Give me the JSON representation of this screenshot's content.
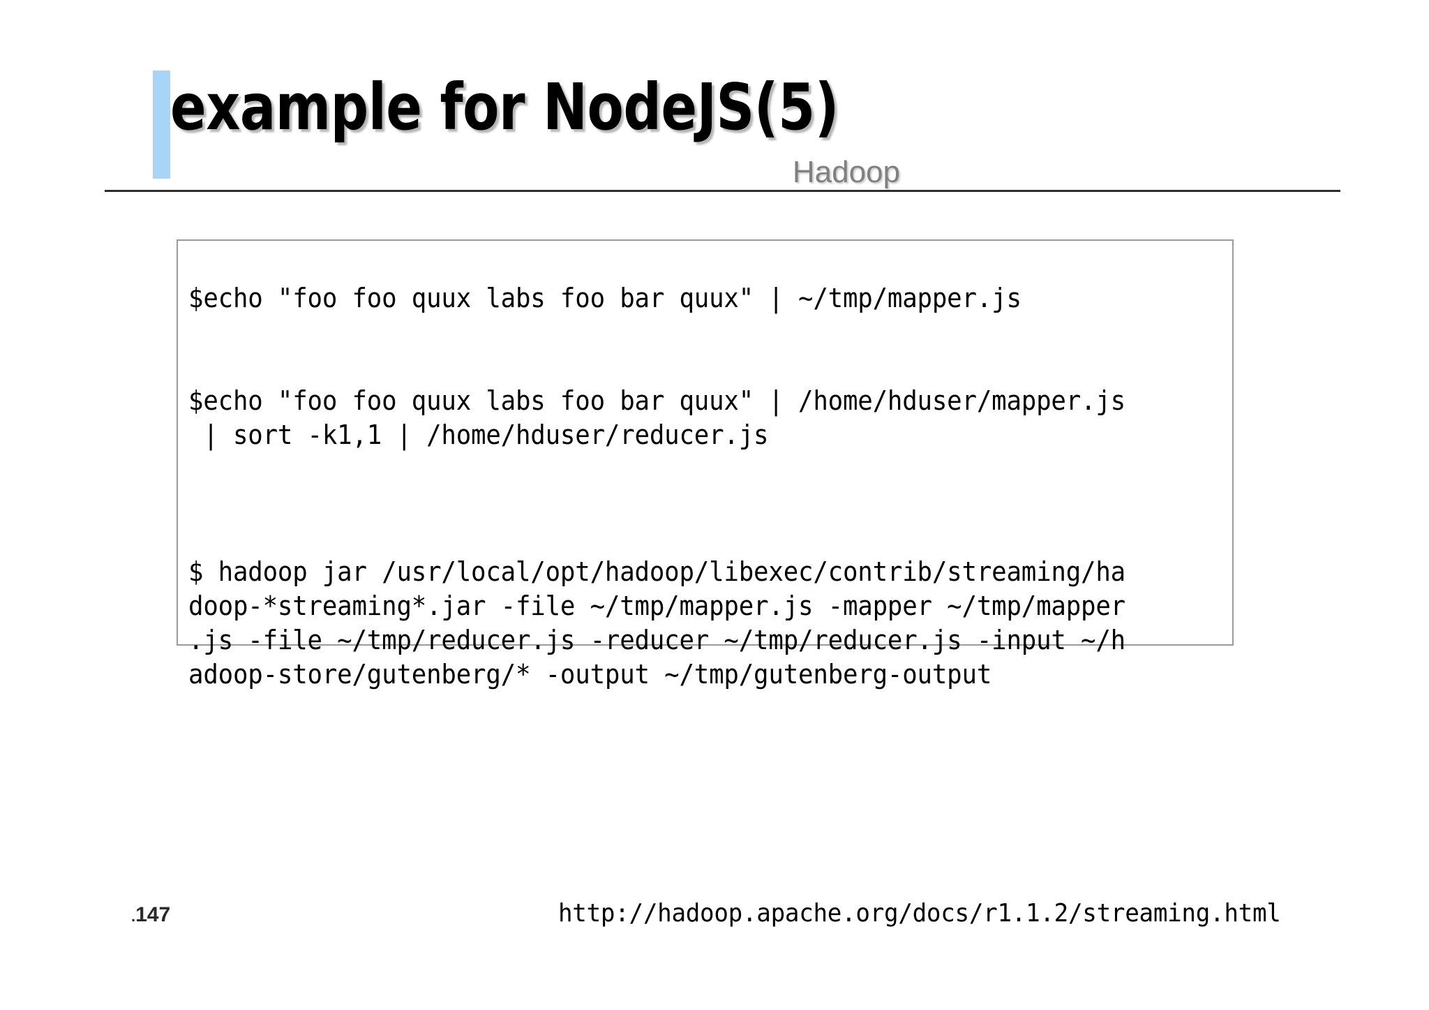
{
  "slide": {
    "title": "example for NodeJS(5)",
    "section_label": "Hadoop",
    "page_number": "147",
    "page_number_prefix": ".",
    "footer_url": "http://hadoop.apache.org/docs/r1.1.2/streaming.html",
    "accent_color": "#a8d4f7",
    "section_label_color": "#808080",
    "rule_color": "#2b2b2b",
    "code_border_color": "#9a9a9a"
  },
  "code_block": {
    "lines": [
      "$echo \"foo foo quux labs foo bar quux\" | ~/tmp/mapper.js",
      "",
      "",
      "$echo \"foo foo quux labs foo bar quux\" | /home/hduser/mapper.js",
      " | sort -k1,1 | /home/hduser/reducer.js",
      "",
      "",
      "",
      "$ hadoop jar /usr/local/opt/hadoop/libexec/contrib/streaming/ha",
      "doop-*streaming*.jar -file ~/tmp/mapper.js -mapper ~/tmp/mapper",
      ".js -file ~/tmp/reducer.js -reducer ~/tmp/reducer.js -input ~/h",
      "adoop-store/gutenberg/* -output ~/tmp/gutenberg-output"
    ],
    "text": "$echo \"foo foo quux labs foo bar quux\" | ~/tmp/mapper.js\n\n\n$echo \"foo foo quux labs foo bar quux\" | /home/hduser/mapper.js\n | sort -k1,1 | /home/hduser/reducer.js\n\n\n\n$ hadoop jar /usr/local/opt/hadoop/libexec/contrib/streaming/ha\ndoop-*streaming*.jar -file ~/tmp/mapper.js -mapper ~/tmp/mapper\n.js -file ~/tmp/reducer.js -reducer ~/tmp/reducer.js -input ~/h\nadoop-store/gutenberg/* -output ~/tmp/gutenberg-output"
  }
}
